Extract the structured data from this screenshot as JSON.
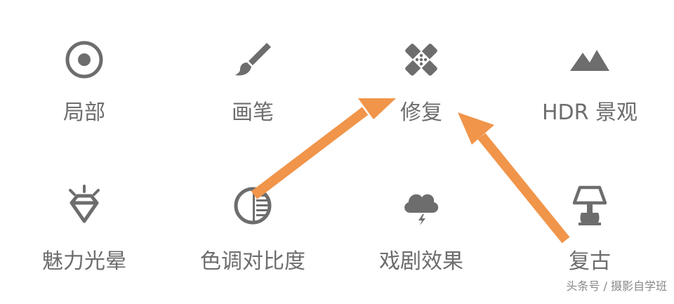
{
  "tools": {
    "jubu": {
      "label": "局部",
      "icon": "selective-target-icon"
    },
    "huabi": {
      "label": "画笔",
      "icon": "brush-icon"
    },
    "xiufu": {
      "label": "修复",
      "icon": "healing-bandage-icon"
    },
    "hdr": {
      "label": "HDR 景观",
      "icon": "mountains-icon"
    },
    "meili": {
      "label": "魅力光晕",
      "icon": "diamond-glow-icon"
    },
    "sediao": {
      "label": "色调对比度",
      "icon": "tonal-contrast-icon"
    },
    "xiju": {
      "label": "戏剧效果",
      "icon": "storm-cloud-icon"
    },
    "fugu": {
      "label": "复古",
      "icon": "vintage-lamp-icon"
    }
  },
  "annotation": {
    "arrow_color": "#f0954a"
  },
  "colors": {
    "icon": "#6d6d6d",
    "label": "#6d6d6d"
  },
  "watermark": "头条号 / 摄影自学班"
}
